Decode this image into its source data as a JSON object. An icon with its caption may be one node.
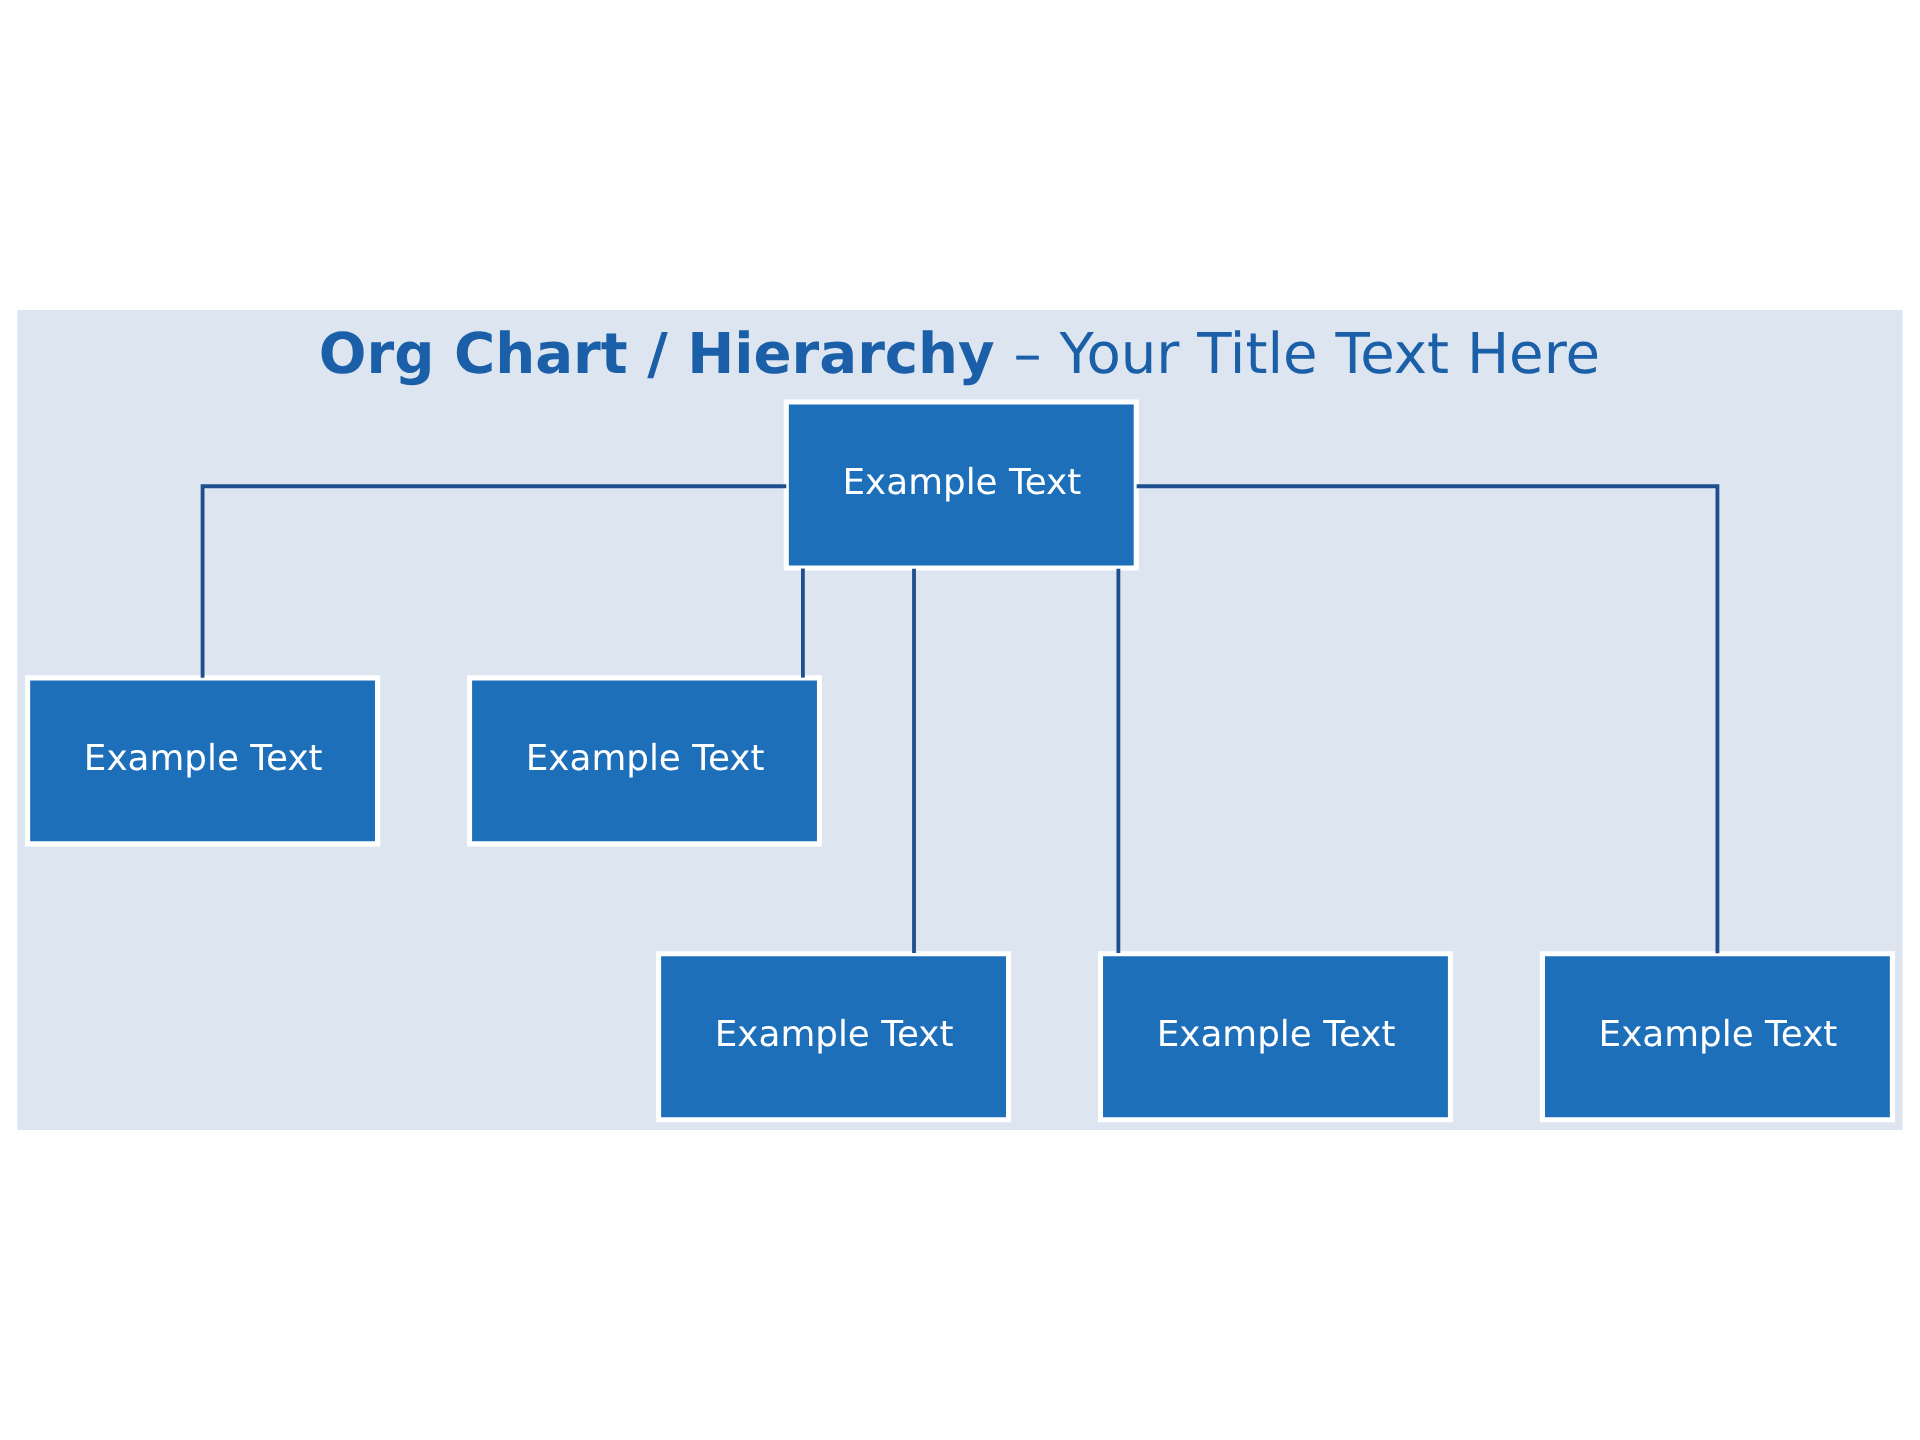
{
  "diagram": {
    "title": "**Org Chart / Hierarchy** – Your Title Text Here",
    "nodes": [
      {
        "text": [
          "Example Text"
        ]
      },
      {
        "text": [
          "Example Text"
        ]
      },
      {
        "text": [
          "Example Text"
        ]
      },
      {
        "text": [
          "Example Text"
        ]
      },
      {
        "text": [
          "Example Text"
        ]
      },
      {
        "text": [
          "Example Text"
        ]
      }
    ],
    "edges": [
      {
        "from": 0,
        "to": 1,
        "arrow": "none"
      },
      {
        "from": 0,
        "to": 2,
        "arrow": "none"
      },
      {
        "from": 0,
        "to": 3,
        "arrow": "none"
      },
      {
        "from": 0,
        "to": 4,
        "arrow": "none"
      },
      {
        "from": 0,
        "to": 5,
        "arrow": "none"
      }
    ]
  }
}
